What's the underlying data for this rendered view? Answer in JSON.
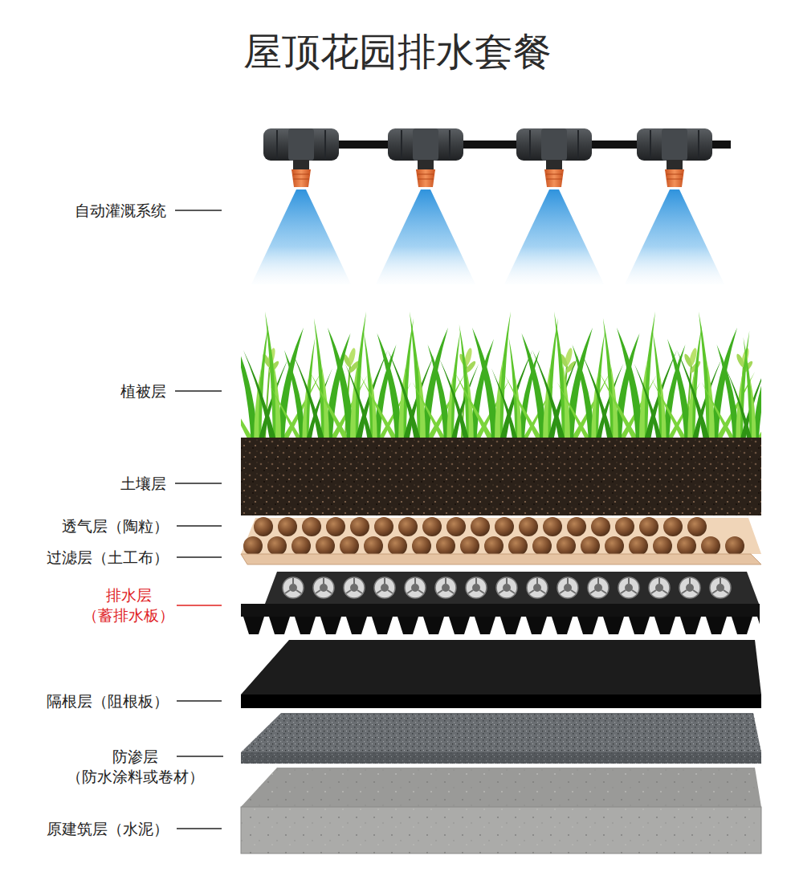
{
  "diagram": {
    "title": "屋顶花园排水套餐",
    "labels": [
      "自动灌溉系统",
      "植被层",
      "土壤层",
      "透气层（陶粒）",
      "过滤层（土工布）",
      "排水层 （蓄排水板）",
      "隔根层（阻根板）",
      "防渗层 （防水涂料或卷材）",
      "原建筑层（水泥）"
    ]
  }
}
